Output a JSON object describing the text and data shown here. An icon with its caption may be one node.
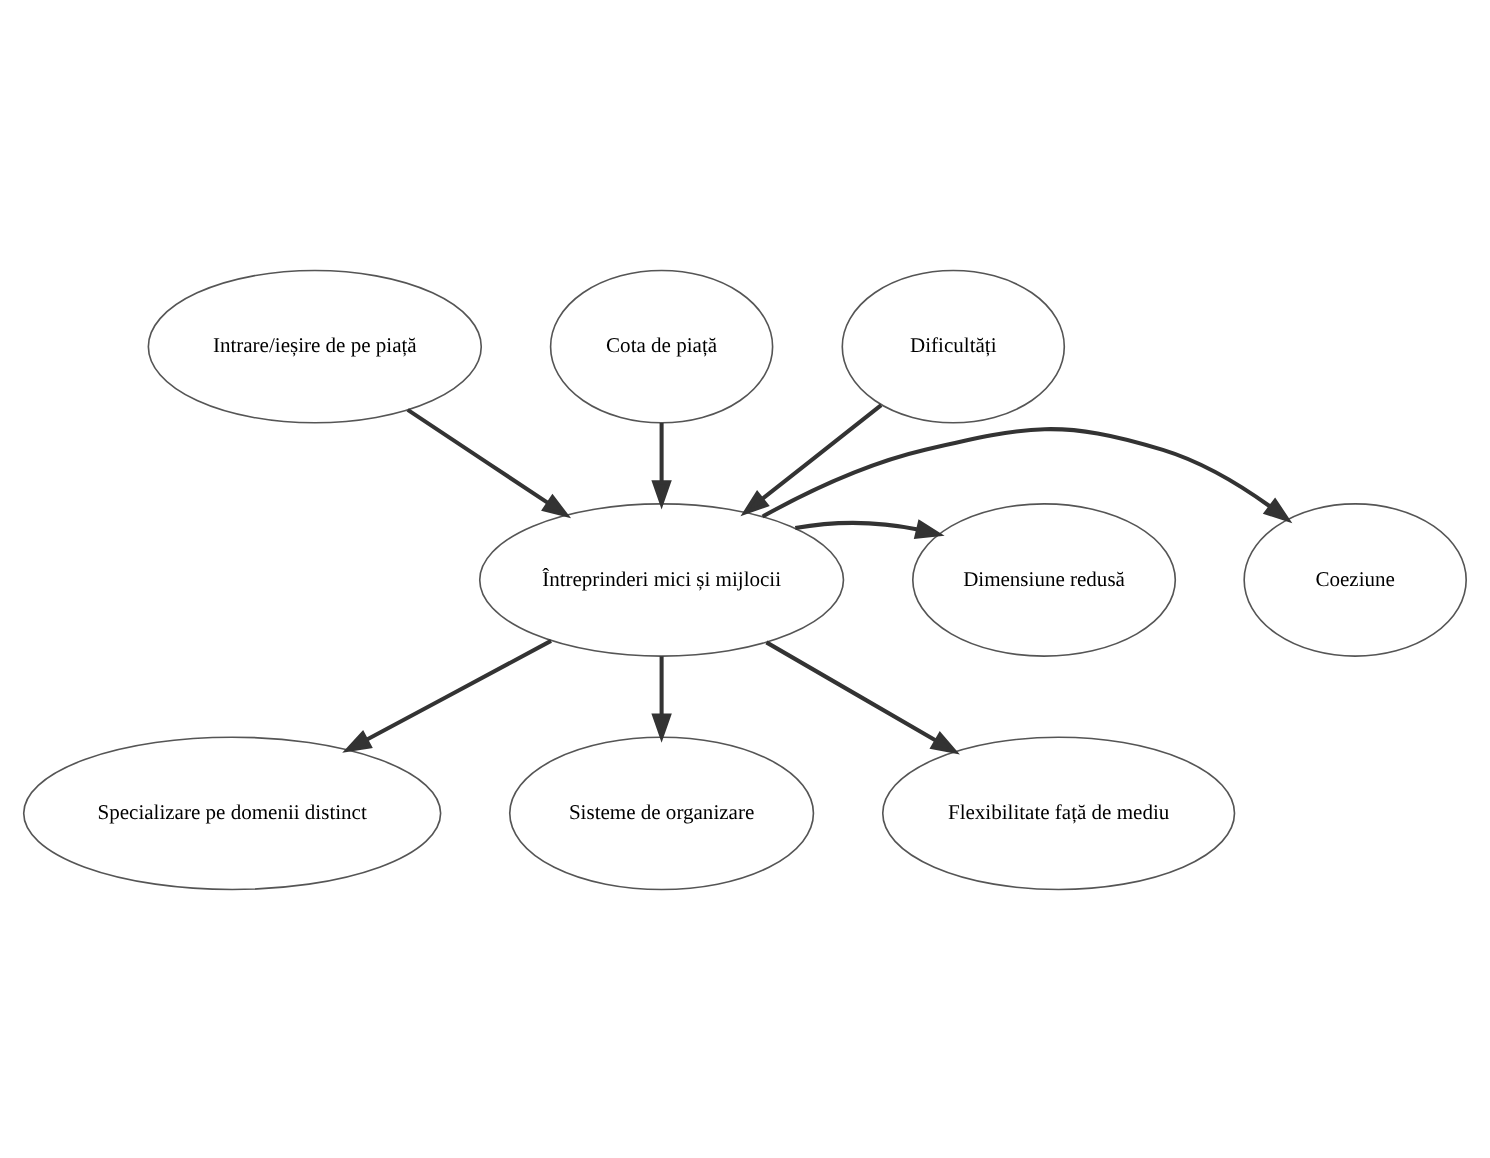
{
  "diagram": {
    "nodes": [
      {
        "text": [
          "Cota de piață"
        ]
      },
      {
        "text": [
          "Intrare/ieșire de pe piață"
        ]
      },
      {
        "text": [
          "Dificultăți"
        ]
      },
      {
        "text": [
          "Coeziune"
        ]
      },
      {
        "text": [
          "Întreprinderi mici și mijlocii"
        ]
      },
      {
        "text": [
          "Dimensiune redusă"
        ]
      },
      {
        "text": [
          "Specializare pe domenii distinct"
        ]
      },
      {
        "text": [
          "Flexibilitate față de mediu"
        ]
      },
      {
        "text": [
          "Sisteme de organizare"
        ]
      }
    ],
    "edges": [
      {
        "from": 1,
        "to": 4,
        "arrow": "to"
      },
      {
        "from": 0,
        "to": 4,
        "arrow": "to"
      },
      {
        "from": 2,
        "to": 4,
        "arrow": "to"
      },
      {
        "from": 4,
        "to": 3,
        "arrow": "to"
      },
      {
        "from": 4,
        "to": 5,
        "arrow": "to"
      },
      {
        "from": 4,
        "to": 6,
        "arrow": "to"
      },
      {
        "from": 4,
        "to": 8,
        "arrow": "to"
      },
      {
        "from": 4,
        "to": 7,
        "arrow": "to"
      }
    ]
  }
}
